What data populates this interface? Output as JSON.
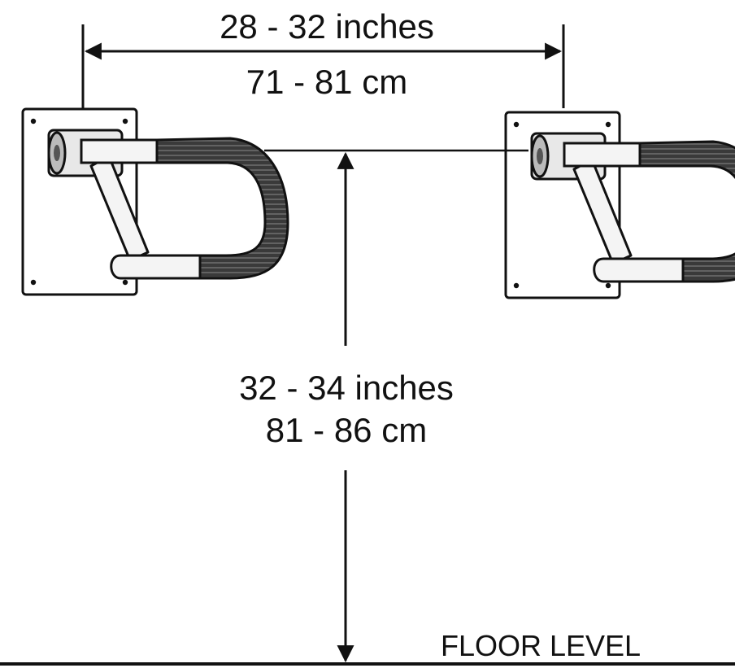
{
  "labels": {
    "width_inches": "28 - 32 inches",
    "width_cm": "71 - 81 cm",
    "height_inches": "32 - 34 inches",
    "height_cm": "81 - 86 cm",
    "floor": "FLOOR LEVEL"
  },
  "icons": {
    "bar": "grab-bar-icon"
  },
  "colors": {
    "line": "#111111",
    "bar": "#f4f4f4",
    "grip": "#3a3a3a",
    "plate": "#ffffff"
  }
}
